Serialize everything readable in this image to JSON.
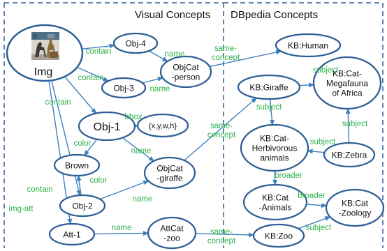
{
  "titles": {
    "visual": "Visual Concepts",
    "dbpedia": "DBpedia Concepts"
  },
  "colors": {
    "node_border": "#2e5f95",
    "edge": "#3d7fc0",
    "edge_label": "#2eb34a",
    "divider": "#2e5f95",
    "image_bg": "#d9d4cc"
  },
  "image_node": {
    "label": "Img",
    "thumbnail": "photo of zebras and giraffes in a museum display"
  },
  "nodes": [
    {
      "id": "obj4",
      "lines": [
        "Obj-4"
      ]
    },
    {
      "id": "obj3",
      "lines": [
        "Obj-3"
      ]
    },
    {
      "id": "objcat_person",
      "lines": [
        "ObjCat",
        "-person"
      ]
    },
    {
      "id": "obj1",
      "lines": [
        "Obj-1"
      ]
    },
    {
      "id": "bbox",
      "lines": [
        "{x,y,w,h}"
      ]
    },
    {
      "id": "brown",
      "lines": [
        "Brown"
      ]
    },
    {
      "id": "objcat_giraffe",
      "lines": [
        "ObjCat",
        "-giraffe"
      ]
    },
    {
      "id": "obj2",
      "lines": [
        "Obj-2"
      ]
    },
    {
      "id": "att1",
      "lines": [
        "Att-1"
      ]
    },
    {
      "id": "attcat_zoo",
      "lines": [
        "AttCat",
        "-zoo"
      ]
    },
    {
      "id": "kb_human",
      "lines": [
        "KB:Human"
      ]
    },
    {
      "id": "kb_giraffe",
      "lines": [
        "KB:Giraffe"
      ]
    },
    {
      "id": "kb_megafauna",
      "lines": [
        "KB:Cat-",
        "Megafauna",
        "of Africa"
      ]
    },
    {
      "id": "kb_herbivorous",
      "lines": [
        "KB:Cat-",
        "Herbivorous",
        "animals"
      ]
    },
    {
      "id": "kb_zebra",
      "lines": [
        "KB:Zebra"
      ]
    },
    {
      "id": "kb_animals",
      "lines": [
        "KB:Cat",
        "-Animals"
      ]
    },
    {
      "id": "kb_zoology",
      "lines": [
        "KB:Cat",
        "-Zoology"
      ]
    },
    {
      "id": "kb_zoo",
      "lines": [
        "KB:Zoo"
      ]
    }
  ],
  "edges": [
    {
      "from": "img",
      "to": "obj4",
      "label": "contain"
    },
    {
      "from": "img",
      "to": "obj3",
      "label": "contain"
    },
    {
      "from": "img",
      "to": "obj1",
      "label": "contain"
    },
    {
      "from": "img",
      "to": "obj2",
      "label": "contain"
    },
    {
      "from": "img",
      "to": "att1",
      "label": "img-att"
    },
    {
      "from": "obj4",
      "to": "objcat_person",
      "label": "name"
    },
    {
      "from": "obj3",
      "to": "objcat_person",
      "label": "name"
    },
    {
      "from": "obj1",
      "to": "bbox",
      "label": "bbox"
    },
    {
      "from": "obj1",
      "to": "brown",
      "label": "color"
    },
    {
      "from": "obj1",
      "to": "objcat_giraffe",
      "label": "name"
    },
    {
      "from": "obj2",
      "to": "brown",
      "label": "color"
    },
    {
      "from": "obj2",
      "to": "objcat_giraffe",
      "label": "name"
    },
    {
      "from": "att1",
      "to": "attcat_zoo",
      "label": "name"
    },
    {
      "from": "objcat_person",
      "to": "kb_human",
      "label": "same-concept"
    },
    {
      "from": "objcat_giraffe",
      "to": "kb_giraffe",
      "label": "same-concept"
    },
    {
      "from": "attcat_zoo",
      "to": "kb_zoo",
      "label": "same-concept"
    },
    {
      "from": "kb_giraffe",
      "to": "kb_megafauna",
      "label": "subject"
    },
    {
      "from": "kb_giraffe",
      "to": "kb_herbivorous",
      "label": "subject"
    },
    {
      "from": "kb_zebra",
      "to": "kb_herbivorous",
      "label": "subject"
    },
    {
      "from": "kb_zebra",
      "to": "kb_megafauna",
      "label": "subject"
    },
    {
      "from": "kb_herbivorous",
      "to": "kb_animals",
      "label": "broader"
    },
    {
      "from": "kb_animals",
      "to": "kb_zoology",
      "label": "broader"
    },
    {
      "from": "kb_zoo",
      "to": "kb_zoology",
      "label": "subject"
    }
  ]
}
